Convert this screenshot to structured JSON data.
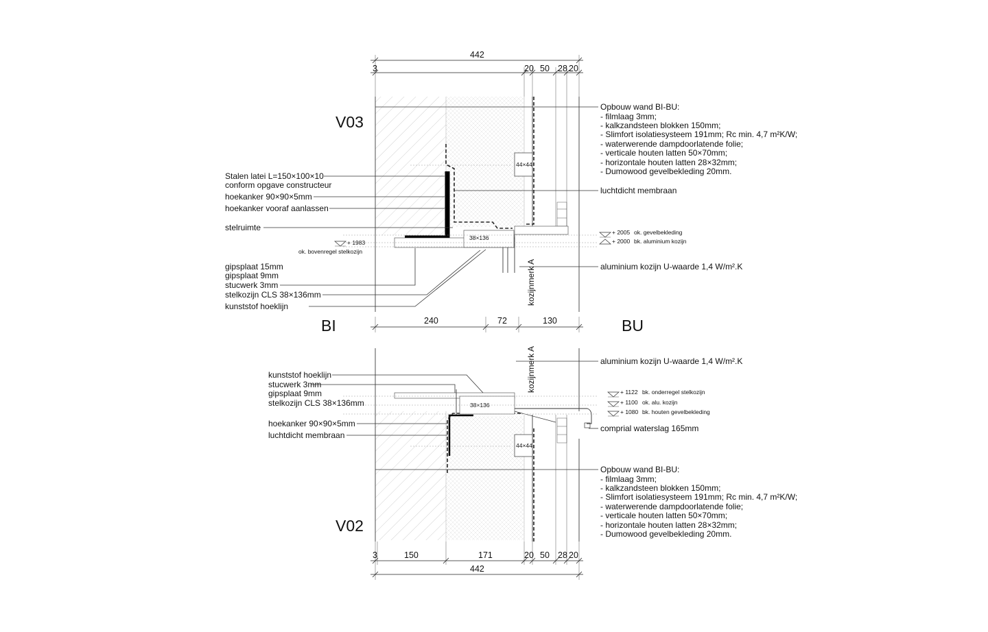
{
  "sections": {
    "top": "V03",
    "bottom": "V02",
    "inside": "BI",
    "outside": "BU"
  },
  "dims_top": {
    "overall": "442",
    "d3": "3",
    "d20a": "20",
    "d50": "50",
    "d28": "28",
    "d20b": "20"
  },
  "dims_mid": {
    "d240": "240",
    "d72": "72",
    "d130": "130"
  },
  "dims_bottom": {
    "d3": "3",
    "d150": "150",
    "d171": "171",
    "d20a": "20",
    "d50": "50",
    "d28": "28",
    "d20b": "20",
    "overall": "442"
  },
  "wall_build_up": {
    "title": "Opbouw wand BI-BU:",
    "lines": [
      "- filmlaag 3mm;",
      "- kalkzandsteen blokken 150mm;",
      "- Slimfort isolatiesysteem 191mm; Rc min. 4,7 m²K/W;",
      "- waterwerende dampdoorlatende folie;",
      "- verticale houten latten 50×70mm;",
      "- horizontale houten latten 28×32mm;",
      "- Dumowood gevelbekleding 20mm."
    ]
  },
  "top_labels": {
    "latei_1": "Stalen latei L=150×100×10",
    "latei_2": "conform opgave constructeur",
    "hoekanker": "hoekanker 90×90×5mm",
    "hoekanker_vooraf": "hoekanker vooraf aanlassen",
    "stelruimte": "stelruimte",
    "gips15": "gipsplaat 15mm",
    "gips9": "gipsplaat 9mm",
    "stucwerk": "stucwerk 3mm",
    "stelkozijn": "stelkozijn CLS 38×136mm",
    "hoeklijn": "kunststof hoeklijn",
    "luchtdicht": "luchtdicht membraan",
    "alu_kozijn": "aluminium kozijn U-waarde 1,4 W/m².K",
    "kozijnmerk": "kozijnmerk A",
    "batten": "44×44",
    "frame": "38×136"
  },
  "top_levels": {
    "l2005": "+ 2005",
    "l2005_txt": "ok. gevelbekleding",
    "l2000": "+ 2000",
    "l2000_txt": "bk. aluminium kozijn",
    "l1983": "+ 1983",
    "l1983_txt": "ok. bovenregel stelkozijn"
  },
  "bottom_labels": {
    "alu_kozijn": "aluminium kozijn U-waarde 1,4 W/m².K",
    "kozijnmerk": "kozijnmerk A",
    "hoeklijn": "kunststof hoeklijn",
    "stucwerk": "stucwerk 3mm",
    "gips9": "gipsplaat 9mm",
    "stelkozijn": "stelkozijn CLS 38×136mm",
    "hoekanker": "hoekanker 90×90×5mm",
    "luchtdicht": "luchtdicht membraan",
    "waterslag": "comprial waterslag 165mm",
    "batten": "44×44",
    "frame": "38×136"
  },
  "bottom_levels": {
    "l1122": "+ 1122",
    "l1122_txt": "bk. onderregel stelkozijn",
    "l1100": "+ 1100",
    "l1100_txt": "ok. alu. kozijn",
    "l1080": "+ 1080",
    "l1080_txt": "bk. houten gevelbekleding"
  }
}
